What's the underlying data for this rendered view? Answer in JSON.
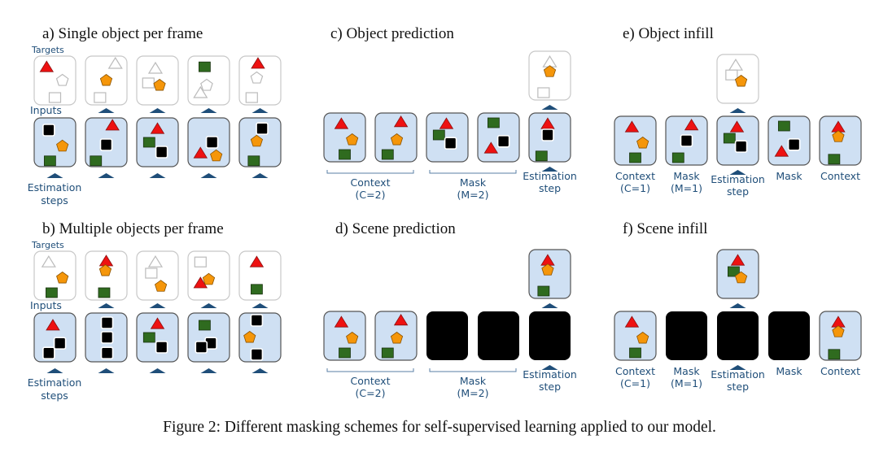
{
  "colors": {
    "frame_fill": "#cfe0f3",
    "frame_stroke": "#555555",
    "target_stroke": "#c8c8c8",
    "mask_fill": "#000000",
    "label": "#1f4e79",
    "triangle": "#ee1111",
    "pentagon": "#f5960a",
    "square": "#2f6b1f",
    "black_square": "#000000",
    "ghost": "#bbbbbb",
    "arrow": "#1f4e79"
  },
  "caption": "Figure 2:  Different masking schemes for self-supervised learning applied to our model.",
  "panels": [
    {
      "id": "a",
      "title": "a) Single object per frame",
      "targets_label": "Inputs",
      "targets_header": "Targets",
      "bottom_label": [
        "Estimation",
        "steps"
      ],
      "targets": [
        [
          [
            "tri",
            0.3,
            0.22
          ],
          [
            "pent-ghost",
            0.68,
            0.5
          ],
          [
            "sq-ghost",
            0.5,
            0.85
          ]
        ],
        [
          [
            "tri-ghost",
            0.72,
            0.15
          ],
          [
            "pent",
            0.5,
            0.5
          ],
          [
            "sq-ghost",
            0.35,
            0.85
          ]
        ],
        [
          [
            "tri-ghost",
            0.45,
            0.25
          ],
          [
            "sq-ghost",
            0.28,
            0.55
          ],
          [
            "pent",
            0.55,
            0.6
          ]
        ],
        [
          [
            "sq",
            0.4,
            0.22
          ],
          [
            "pent-ghost",
            0.45,
            0.6
          ],
          [
            "tri-ghost",
            0.3,
            0.75
          ]
        ],
        [
          [
            "tri",
            0.45,
            0.15
          ],
          [
            "pent-ghost",
            0.42,
            0.45
          ],
          [
            "sq-ghost",
            0.3,
            0.85
          ]
        ]
      ],
      "inputs": [
        [
          [
            "blk",
            0.35,
            0.25
          ],
          [
            "pent",
            0.68,
            0.58
          ],
          [
            "sq",
            0.38,
            0.88
          ]
        ],
        [
          [
            "tri",
            0.65,
            0.15
          ],
          [
            "blk",
            0.5,
            0.55
          ],
          [
            "sq",
            0.25,
            0.88
          ]
        ],
        [
          [
            "tri",
            0.5,
            0.22
          ],
          [
            "sq",
            0.3,
            0.5
          ],
          [
            "blk",
            0.6,
            0.7
          ]
        ],
        [
          [
            "blk",
            0.58,
            0.5
          ],
          [
            "tri",
            0.3,
            0.72
          ],
          [
            "pent",
            0.68,
            0.78
          ]
        ],
        [
          [
            "blk",
            0.55,
            0.22
          ],
          [
            "pent",
            0.42,
            0.48
          ],
          [
            "sq",
            0.35,
            0.88
          ]
        ]
      ],
      "input_kinds": [
        "obj",
        "obj",
        "obj",
        "obj",
        "obj"
      ]
    },
    {
      "id": "b",
      "title": "b) Multiple objects per frame",
      "targets_label": "Inputs",
      "targets_header": "Targets",
      "bottom_label": [
        "Estimation",
        "steps"
      ],
      "targets": [
        [
          [
            "tri-ghost",
            0.35,
            0.22
          ],
          [
            "pent",
            0.68,
            0.55
          ],
          [
            "sq",
            0.42,
            0.85
          ]
        ],
        [
          [
            "tri",
            0.5,
            0.2
          ],
          [
            "pent",
            0.48,
            0.4
          ],
          [
            "sq",
            0.45,
            0.85
          ]
        ],
        [
          [
            "tri-ghost",
            0.45,
            0.22
          ],
          [
            "sq-ghost",
            0.35,
            0.45
          ],
          [
            "pent",
            0.58,
            0.72
          ]
        ],
        [
          [
            "sq-ghost",
            0.3,
            0.22
          ],
          [
            "tri",
            0.3,
            0.65
          ],
          [
            "pent",
            0.5,
            0.58
          ]
        ],
        [
          [
            "tri",
            0.42,
            0.22
          ],
          [
            "sq",
            0.42,
            0.78
          ]
        ]
      ],
      "inputs": [
        [
          [
            "tri",
            0.45,
            0.25
          ],
          [
            "blk",
            0.62,
            0.62
          ],
          [
            "blk",
            0.35,
            0.82
          ]
        ],
        [
          [
            "blk",
            0.52,
            0.2
          ],
          [
            "blk",
            0.52,
            0.5
          ],
          [
            "blk",
            0.52,
            0.82
          ]
        ],
        [
          [
            "tri",
            0.5,
            0.22
          ],
          [
            "sq",
            0.3,
            0.5
          ],
          [
            "blk",
            0.6,
            0.7
          ]
        ],
        [
          [
            "sq",
            0.4,
            0.25
          ],
          [
            "blk",
            0.55,
            0.62
          ],
          [
            "blk",
            0.32,
            0.7
          ]
        ],
        [
          [
            "blk",
            0.42,
            0.15
          ],
          [
            "pent",
            0.25,
            0.5
          ],
          [
            "blk",
            0.42,
            0.85
          ]
        ]
      ],
      "input_kinds": [
        "obj",
        "obj",
        "obj",
        "obj",
        "obj"
      ]
    },
    {
      "id": "c",
      "title": "c) Object prediction",
      "target": [
        [
          "tri-ghost",
          0.5,
          0.22
        ],
        [
          "pent",
          0.5,
          0.42
        ],
        [
          "sq-ghost",
          0.35,
          0.85
        ]
      ],
      "target_index": 4,
      "frames": [
        [
          [
            "tri",
            0.42,
            0.22
          ],
          [
            "pent",
            0.68,
            0.55
          ],
          [
            "sq",
            0.5,
            0.85
          ]
        ],
        [
          [
            "tri",
            0.62,
            0.18
          ],
          [
            "pent",
            0.52,
            0.55
          ],
          [
            "sq",
            0.3,
            0.85
          ]
        ],
        [
          [
            "tri",
            0.48,
            0.22
          ],
          [
            "sq",
            0.3,
            0.45
          ],
          [
            "blk",
            0.58,
            0.62
          ]
        ],
        [
          [
            "sq",
            0.38,
            0.2
          ],
          [
            "tri",
            0.32,
            0.72
          ],
          [
            "blk",
            0.62,
            0.58
          ]
        ],
        [
          [
            "tri",
            0.45,
            0.22
          ],
          [
            "blk",
            0.45,
            0.45
          ],
          [
            "sq",
            0.3,
            0.88
          ]
        ]
      ],
      "kinds": [
        "obj",
        "obj",
        "obj",
        "obj",
        "obj"
      ],
      "groups": [
        {
          "label": [
            "Context",
            "(C=2)"
          ],
          "from": 0,
          "to": 1,
          "bracket": true
        },
        {
          "label": [
            "Mask",
            "(M=2)"
          ],
          "from": 2,
          "to": 3,
          "bracket": true
        },
        {
          "label": [
            "Estimation",
            "step"
          ],
          "from": 4,
          "to": 4,
          "bracket": false,
          "arrow": true
        }
      ]
    },
    {
      "id": "d",
      "title": "d) Scene prediction",
      "target": [
        [
          "tri",
          0.45,
          0.22
        ],
        [
          "pent",
          0.45,
          0.42
        ],
        [
          "sq",
          0.35,
          0.85
        ]
      ],
      "target_filled": true,
      "target_index": 4,
      "frames": [
        [
          [
            "tri",
            0.42,
            0.22
          ],
          [
            "pent",
            0.68,
            0.55
          ],
          [
            "sq",
            0.5,
            0.85
          ]
        ],
        [
          [
            "tri",
            0.62,
            0.18
          ],
          [
            "pent",
            0.52,
            0.55
          ],
          [
            "sq",
            0.3,
            0.85
          ]
        ],
        [],
        [],
        []
      ],
      "kinds": [
        "obj",
        "obj",
        "mask",
        "mask",
        "mask"
      ],
      "groups": [
        {
          "label": [
            "Context",
            "(C=2)"
          ],
          "from": 0,
          "to": 1,
          "bracket": true
        },
        {
          "label": [
            "Mask",
            "(M=2)"
          ],
          "from": 2,
          "to": 3,
          "bracket": true
        },
        {
          "label": [
            "Estimation",
            "step"
          ],
          "from": 4,
          "to": 4,
          "bracket": false,
          "arrow": true
        }
      ]
    },
    {
      "id": "e",
      "title": "e) Object infill",
      "target": [
        [
          "tri-ghost",
          0.45,
          0.22
        ],
        [
          "sq-ghost",
          0.35,
          0.42
        ],
        [
          "pent",
          0.58,
          0.55
        ]
      ],
      "target_index": 2,
      "frames": [
        [
          [
            "tri",
            0.42,
            0.22
          ],
          [
            "pent",
            0.68,
            0.55
          ],
          [
            "sq",
            0.5,
            0.85
          ]
        ],
        [
          [
            "tri",
            0.62,
            0.18
          ],
          [
            "blk",
            0.5,
            0.5
          ],
          [
            "sq",
            0.3,
            0.85
          ]
        ],
        [
          [
            "tri",
            0.48,
            0.22
          ],
          [
            "sq",
            0.3,
            0.45
          ],
          [
            "blk",
            0.58,
            0.62
          ]
        ],
        [
          [
            "sq",
            0.38,
            0.2
          ],
          [
            "tri",
            0.32,
            0.72
          ],
          [
            "blk",
            0.62,
            0.58
          ]
        ],
        [
          [
            "tri",
            0.45,
            0.22
          ],
          [
            "pent",
            0.45,
            0.42
          ],
          [
            "sq",
            0.35,
            0.88
          ]
        ]
      ],
      "kinds": [
        "obj",
        "obj",
        "obj",
        "obj",
        "obj"
      ],
      "groups": [
        {
          "label": [
            "Context",
            "(C=1)"
          ],
          "from": 0,
          "to": 0,
          "bracket": false
        },
        {
          "label": [
            "Mask",
            "(M=1)"
          ],
          "from": 1,
          "to": 1,
          "bracket": false
        },
        {
          "label": [
            "Estimation",
            "step"
          ],
          "from": 2,
          "to": 2,
          "bracket": false,
          "arrow": true
        },
        {
          "label": [
            "Mask"
          ],
          "from": 3,
          "to": 3,
          "bracket": false
        },
        {
          "label": [
            "Context"
          ],
          "from": 4,
          "to": 4,
          "bracket": false
        }
      ]
    },
    {
      "id": "f",
      "title": "f) Scene infill",
      "target": [
        [
          "tri",
          0.5,
          0.22
        ],
        [
          "sq",
          0.4,
          0.45
        ],
        [
          "pent",
          0.58,
          0.58
        ]
      ],
      "target_filled": true,
      "target_index": 2,
      "frames": [
        [
          [
            "tri",
            0.42,
            0.22
          ],
          [
            "pent",
            0.68,
            0.55
          ],
          [
            "sq",
            0.5,
            0.85
          ]
        ],
        [],
        [],
        [],
        [
          [
            "tri",
            0.45,
            0.22
          ],
          [
            "pent",
            0.45,
            0.42
          ],
          [
            "sq",
            0.35,
            0.88
          ]
        ]
      ],
      "kinds": [
        "obj",
        "mask",
        "mask",
        "mask",
        "obj"
      ],
      "groups": [
        {
          "label": [
            "Context",
            "(C=1)"
          ],
          "from": 0,
          "to": 0,
          "bracket": false
        },
        {
          "label": [
            "Mask",
            "(M=1)"
          ],
          "from": 1,
          "to": 1,
          "bracket": false
        },
        {
          "label": [
            "Estimation",
            "step"
          ],
          "from": 2,
          "to": 2,
          "bracket": false,
          "arrow": true
        },
        {
          "label": [
            "Mask"
          ],
          "from": 3,
          "to": 3,
          "bracket": false
        },
        {
          "label": [
            "Context"
          ],
          "from": 4,
          "to": 4,
          "bracket": false
        }
      ]
    }
  ]
}
